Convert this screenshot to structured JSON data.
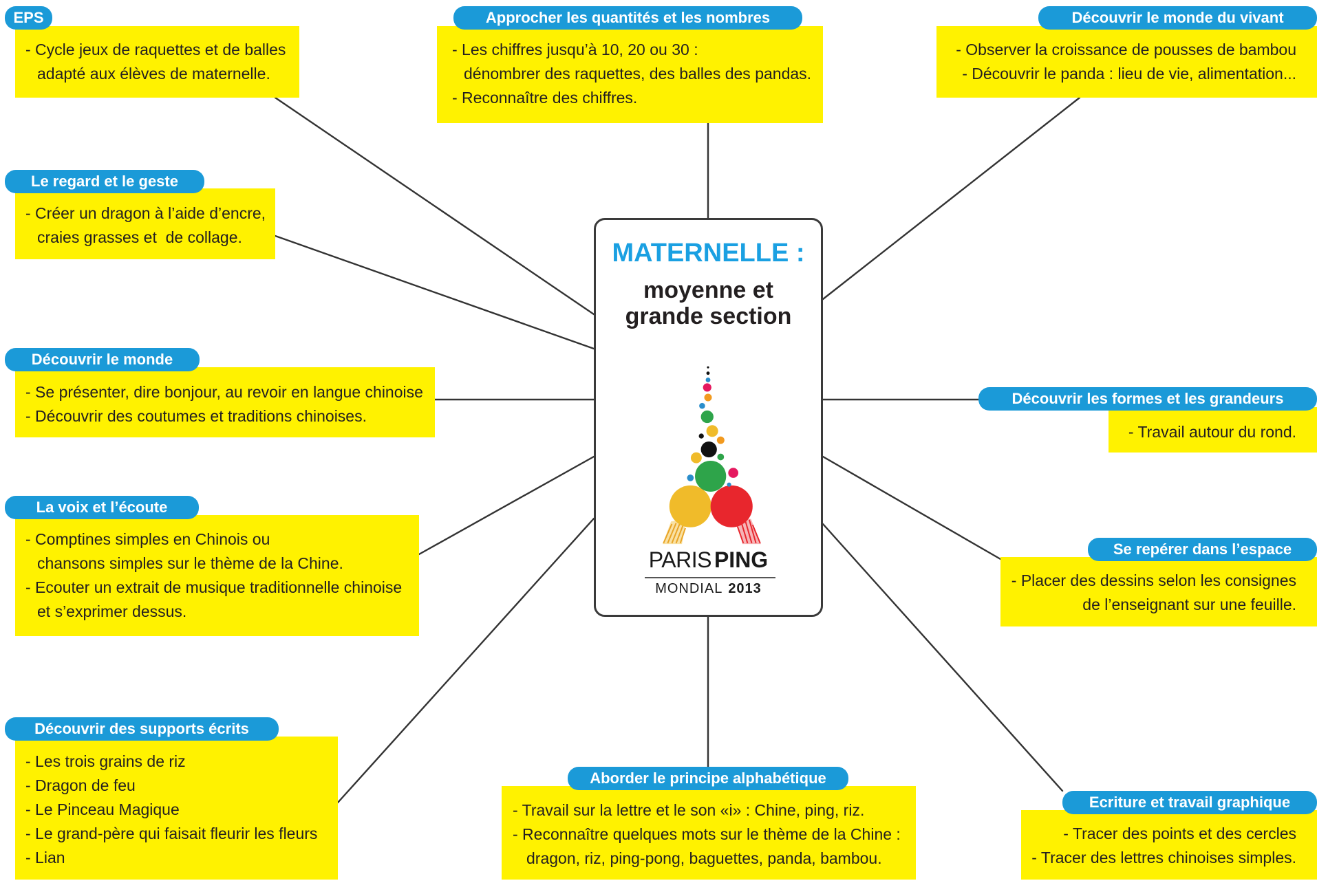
{
  "center": {
    "title": "MATERNELLE :",
    "subtitle": [
      "moyenne et",
      "grande section"
    ],
    "logo": {
      "paris": "PARIS",
      "ping": "PING",
      "mondial": "MONDIAL",
      "year": "2013"
    }
  },
  "colors": {
    "header_blue": "#1b9ad8",
    "box_yellow": "#fff200",
    "title_blue": "#1aa0e2",
    "connector": "#333333",
    "text": "#231f20"
  },
  "nodes": {
    "eps": {
      "title": "EPS",
      "lines": [
        "- Cycle jeux de raquettes et de balles",
        "adapté aux élèves de maternelle."
      ]
    },
    "quantites": {
      "title": "Approcher les quantités et les nombres",
      "lines": [
        "- Les chiffres jusqu’à 10, 20 ou 30 :",
        "dénombrer des raquettes, des balles des pandas.",
        "- Reconnaître des chiffres."
      ]
    },
    "vivant": {
      "title": "Découvrir le monde du vivant",
      "lines": [
        "- Observer la croissance de pousses de bambou",
        "- Découvrir le panda : lieu de vie, alimentation..."
      ]
    },
    "regard": {
      "title": "Le regard et le geste",
      "lines": [
        "- Créer un dragon à l’aide d’encre,",
        "craies grasses et  de collage."
      ]
    },
    "monde": {
      "title": "Découvrir le monde",
      "lines": [
        "- Se présenter, dire bonjour, au revoir en langue chinoise",
        "- Découvrir des coutumes et traditions chinoises."
      ]
    },
    "voix": {
      "title": "La voix et l’écoute",
      "lines": [
        "- Comptines simples en Chinois ou",
        "chansons simples sur le thème de la Chine.",
        "- Ecouter un extrait de musique traditionnelle chinoise",
        "et s’exprimer dessus."
      ]
    },
    "supports": {
      "title": "Découvrir des supports écrits",
      "lines": [
        "- Les trois grains de riz",
        "- Dragon de feu",
        "- Le Pinceau Magique",
        "- Le grand-père qui faisait fleurir les fleurs",
        "- Lian"
      ]
    },
    "alphabet": {
      "title": "Aborder le principe alphabétique",
      "lines": [
        "- Travail sur la lettre et le son «i» : Chine, ping, riz.",
        "- Reconnaître quelques mots sur le thème de la Chine :",
        "dragon, riz, ping-pong, baguettes, panda, bambou."
      ]
    },
    "formes": {
      "title": "Découvrir les formes et les grandeurs",
      "lines": [
        "- Travail autour du rond."
      ]
    },
    "espace": {
      "title": "Se repérer dans l’espace",
      "lines": [
        "- Placer des dessins selon les consignes",
        "de l’enseignant sur une feuille."
      ]
    },
    "ecriture": {
      "title": "Ecriture et travail graphique",
      "lines": [
        "- Tracer des points et des cercles",
        "- Tracer des lettres chinoises simples."
      ]
    }
  }
}
